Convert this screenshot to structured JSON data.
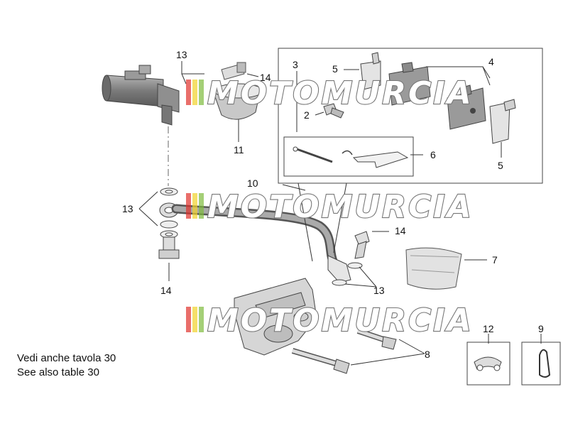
{
  "labels": {
    "l1": "13",
    "l2": "14",
    "l3": "3",
    "l4": "5",
    "l5": "4",
    "l6": "2",
    "l7": "11",
    "l8": "6",
    "l9": "5",
    "l10": "10",
    "l11": "13",
    "l12": "14",
    "l13": "7",
    "l14": "14",
    "l15": "13",
    "l16": "8",
    "l17": "12",
    "l18": "9"
  },
  "note": {
    "line1": "Vedi anche tavola 30",
    "line2": "See also table 30"
  },
  "watermark": "MOTOMURCIA",
  "colors": {
    "part_gray": "#8c8c8c",
    "part_dark": "#555555",
    "pad_gray": "#9a9a9a",
    "watermark_red": "#e0312b",
    "watermark_yellow": "#f1d12a",
    "watermark_green": "#7dbb3c"
  }
}
